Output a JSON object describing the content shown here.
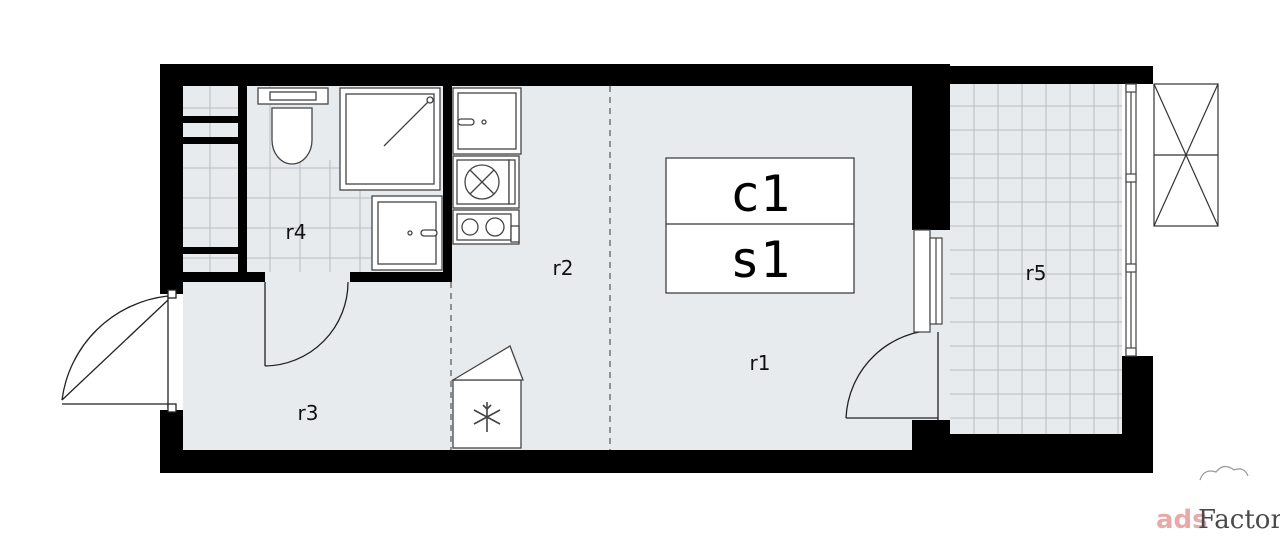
{
  "rooms": {
    "r1": "r1",
    "r2": "r2",
    "r3": "r3",
    "r4": "r4",
    "r5": "r5"
  },
  "codes": {
    "top": "c1",
    "bottom": "s1"
  },
  "watermark": {
    "part1": "ads",
    "part2": "Factory",
    "colors": {
      "ads": "#e8a9a9",
      "factory": "#4a4a4a"
    }
  },
  "colors": {
    "wall": "#000000",
    "floor": "#e8ebee",
    "tile_line": "#b9bec3",
    "fixture": "#444444"
  }
}
